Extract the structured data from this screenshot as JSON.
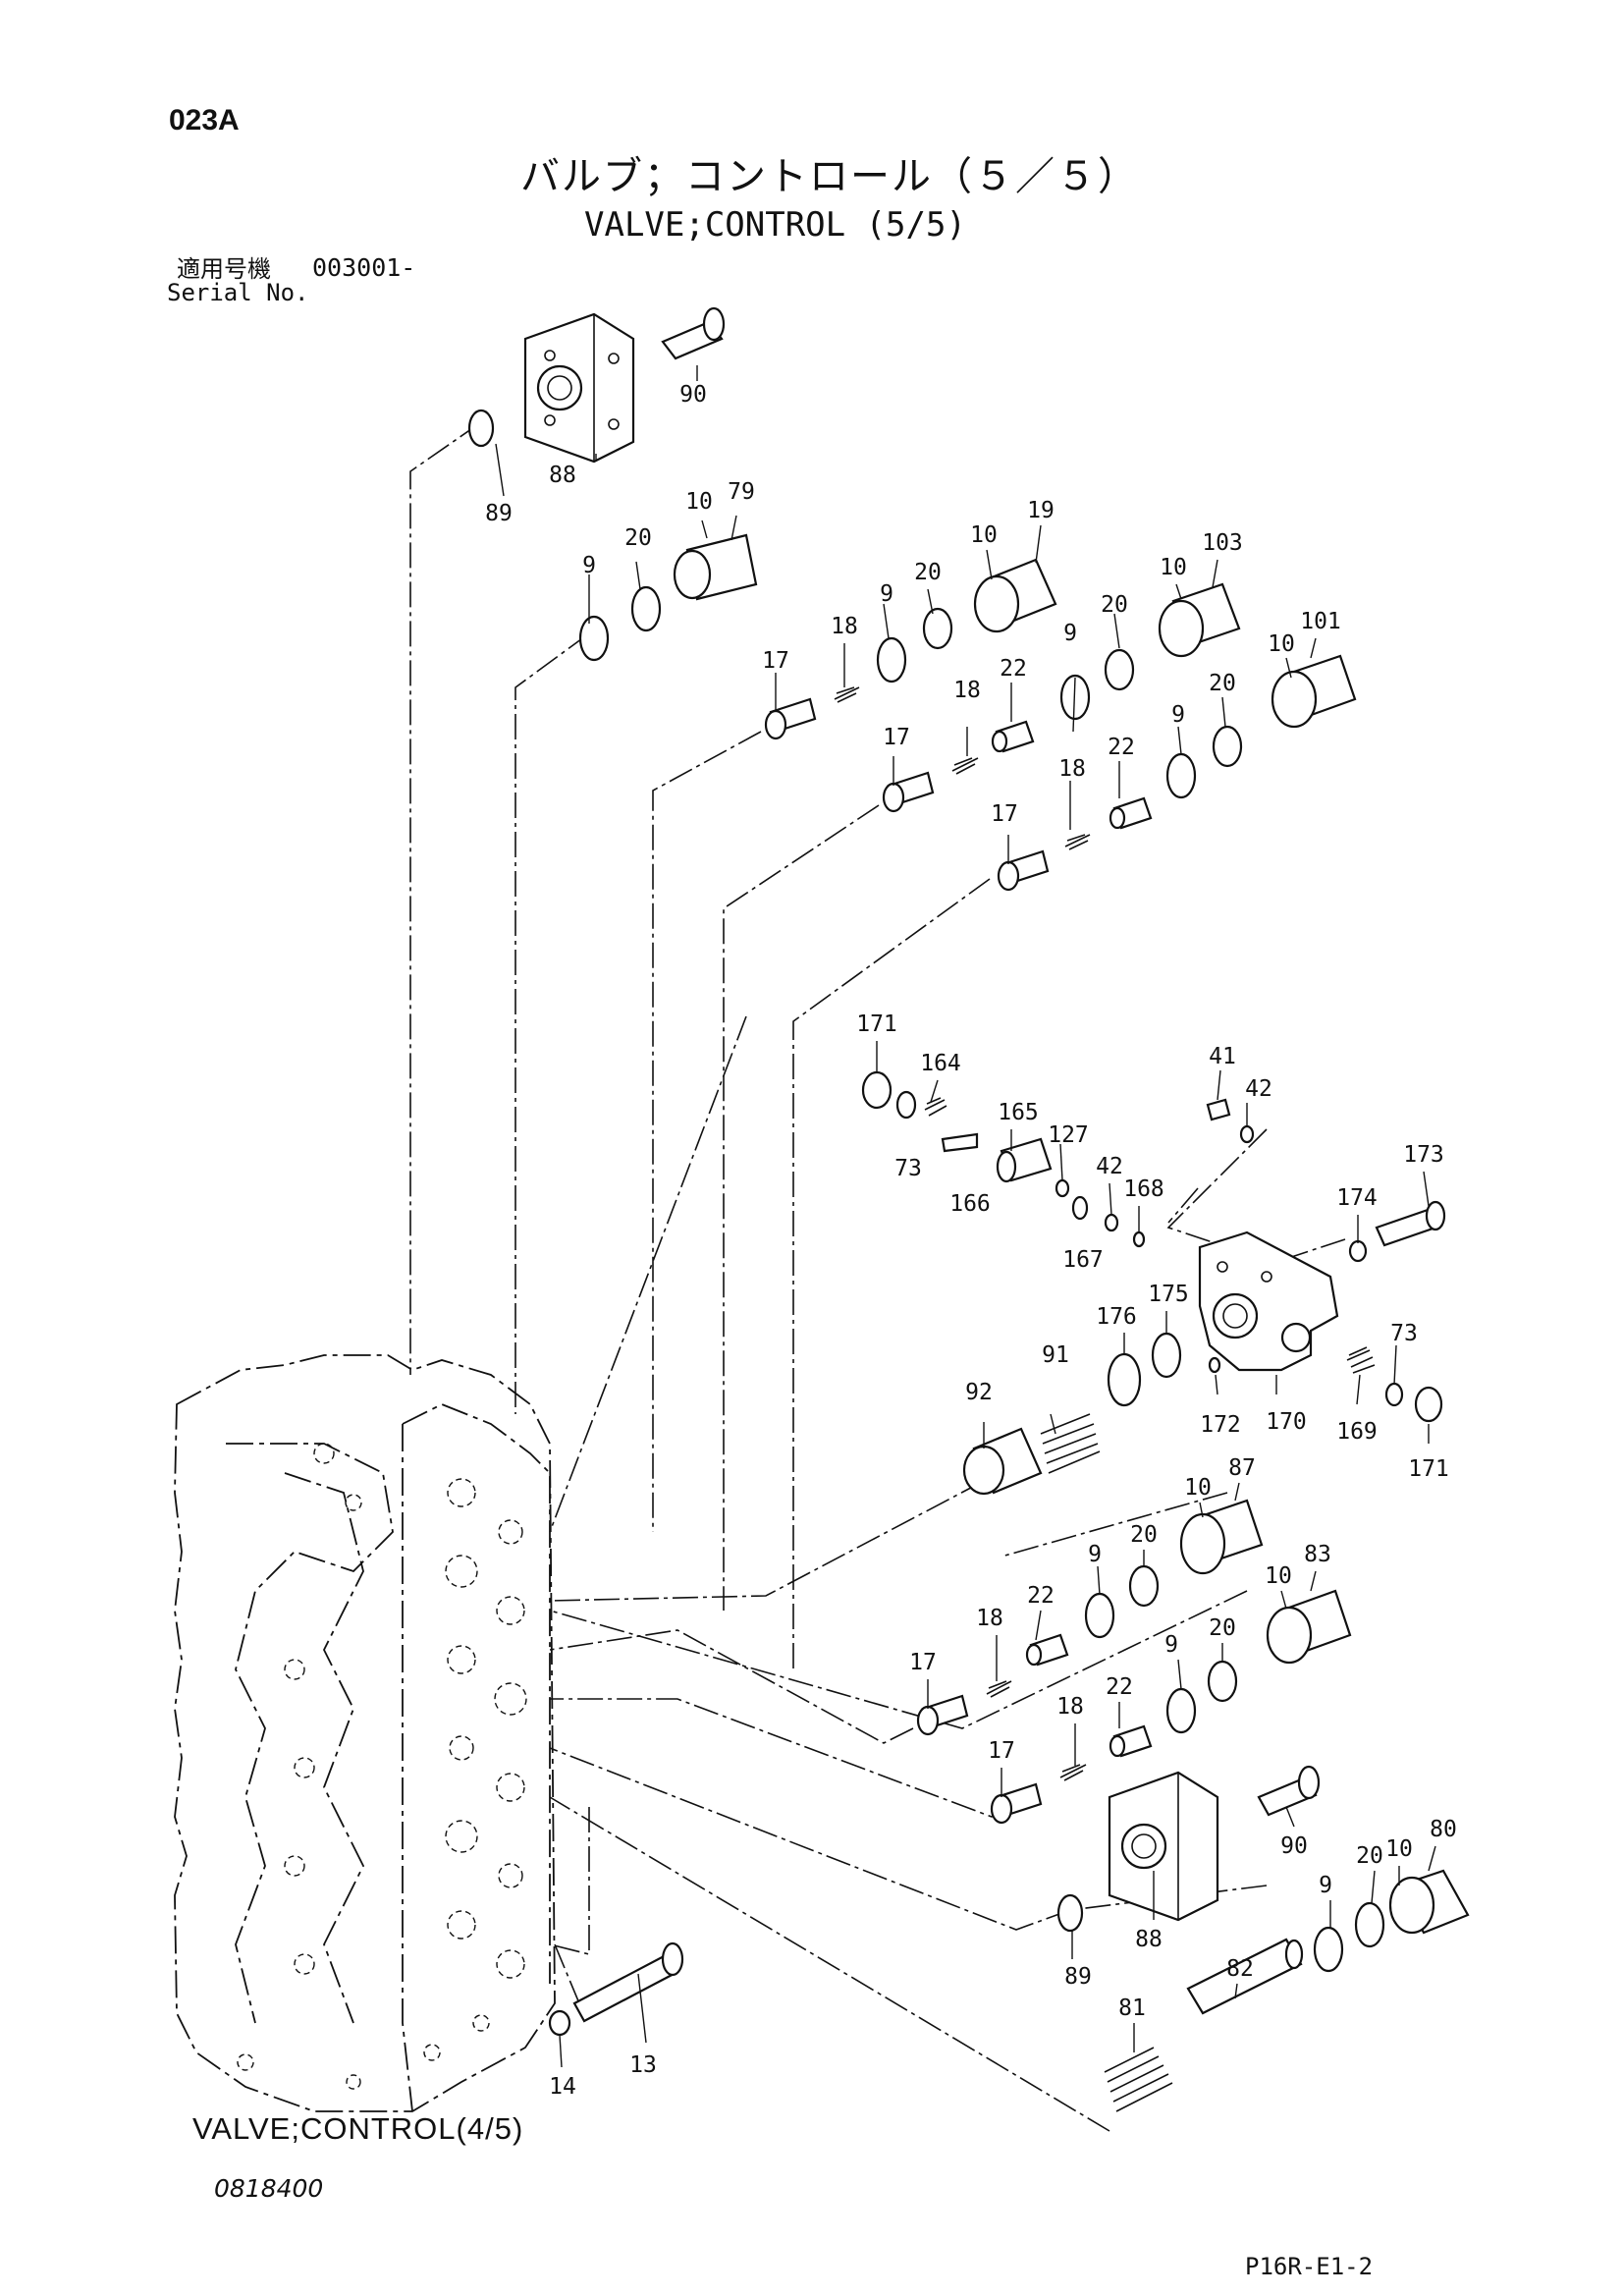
{
  "header": {
    "page_code": "023A",
    "title_jp": "バルブ；コントロール（５／５）",
    "title_en": "VALVE;CONTROL (5/5)",
    "serial_label_jp": "適用号機",
    "serial_number": "003001-",
    "serial_label_en": "Serial No."
  },
  "diagram": {
    "reference_label": "VALVE;CONTROL(4/5)",
    "labels": [
      "90",
      "88",
      "89",
      "10",
      "79",
      "9",
      "20",
      "10",
      "19",
      "9",
      "20",
      "18",
      "10",
      "103",
      "20",
      "10",
      "101",
      "9",
      "17",
      "22",
      "18",
      "20",
      "17",
      "9",
      "18",
      "22",
      "17",
      "171",
      "164",
      "73",
      "165",
      "166",
      "127",
      "42",
      "167",
      "168",
      "41",
      "42",
      "173",
      "174",
      "176",
      "175",
      "91",
      "92",
      "172",
      "170",
      "73",
      "169",
      "171",
      "87",
      "10",
      "20",
      "9",
      "10",
      "83",
      "22",
      "18",
      "20",
      "17",
      "9",
      "22",
      "18",
      "17",
      "90",
      "80",
      "20",
      "10",
      "9",
      "88",
      "89",
      "82",
      "81",
      "13",
      "14"
    ]
  },
  "footer": {
    "doc_number": "0818400",
    "page_ref": "P16R-E1-2"
  }
}
